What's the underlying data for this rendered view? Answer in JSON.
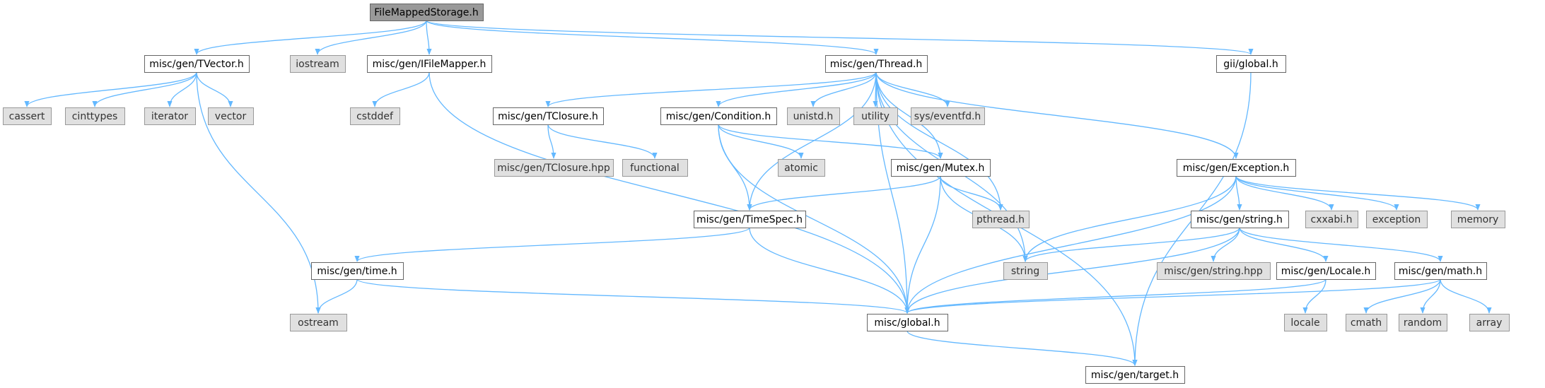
{
  "graph": {
    "edge_color": "#63b8ff",
    "nodes": [
      {
        "id": "FileMappedStorage.h",
        "label": "FileMappedStorage.h",
        "kind": "root"
      },
      {
        "id": "misc/gen/TVector.h",
        "label": "misc/gen/TVector.h",
        "kind": "local"
      },
      {
        "id": "iostream",
        "label": "iostream",
        "kind": "system"
      },
      {
        "id": "misc/gen/IFileMapper.h",
        "label": "misc/gen/IFileMapper.h",
        "kind": "local"
      },
      {
        "id": "misc/gen/Thread.h",
        "label": "misc/gen/Thread.h",
        "kind": "local"
      },
      {
        "id": "gii/global.h",
        "label": "gii/global.h",
        "kind": "local"
      },
      {
        "id": "cassert",
        "label": "cassert",
        "kind": "system"
      },
      {
        "id": "cinttypes",
        "label": "cinttypes",
        "kind": "system"
      },
      {
        "id": "iterator",
        "label": "iterator",
        "kind": "system"
      },
      {
        "id": "vector",
        "label": "vector",
        "kind": "system"
      },
      {
        "id": "cstddef",
        "label": "cstddef",
        "kind": "system"
      },
      {
        "id": "misc/gen/TClosure.h",
        "label": "misc/gen/TClosure.h",
        "kind": "local"
      },
      {
        "id": "misc/gen/Condition.h",
        "label": "misc/gen/Condition.h",
        "kind": "local"
      },
      {
        "id": "unistd.h",
        "label": "unistd.h",
        "kind": "system"
      },
      {
        "id": "utility",
        "label": "utility",
        "kind": "system"
      },
      {
        "id": "sys/eventfd.h",
        "label": "sys/eventfd.h",
        "kind": "system"
      },
      {
        "id": "misc/gen/TClosure.hpp",
        "label": "misc/gen/TClosure.hpp",
        "kind": "system"
      },
      {
        "id": "functional",
        "label": "functional",
        "kind": "system"
      },
      {
        "id": "atomic",
        "label": "atomic",
        "kind": "system"
      },
      {
        "id": "misc/gen/Mutex.h",
        "label": "misc/gen/Mutex.h",
        "kind": "local"
      },
      {
        "id": "misc/gen/Exception.h",
        "label": "misc/gen/Exception.h",
        "kind": "local"
      },
      {
        "id": "misc/gen/TimeSpec.h",
        "label": "misc/gen/TimeSpec.h",
        "kind": "local"
      },
      {
        "id": "pthread.h",
        "label": "pthread.h",
        "kind": "system"
      },
      {
        "id": "cxxabi.h",
        "label": "cxxabi.h",
        "kind": "system"
      },
      {
        "id": "exception",
        "label": "exception",
        "kind": "system"
      },
      {
        "id": "memory",
        "label": "memory",
        "kind": "system"
      },
      {
        "id": "misc/gen/string.h",
        "label": "misc/gen/string.h",
        "kind": "local"
      },
      {
        "id": "misc/gen/time.h",
        "label": "misc/gen/time.h",
        "kind": "local"
      },
      {
        "id": "string",
        "label": "string",
        "kind": "system"
      },
      {
        "id": "misc/gen/string.hpp",
        "label": "misc/gen/string.hpp",
        "kind": "system"
      },
      {
        "id": "misc/gen/Locale.h",
        "label": "misc/gen/Locale.h",
        "kind": "local"
      },
      {
        "id": "misc/gen/math.h",
        "label": "misc/gen/math.h",
        "kind": "local"
      },
      {
        "id": "ostream",
        "label": "ostream",
        "kind": "system"
      },
      {
        "id": "misc/global.h",
        "label": "misc/global.h",
        "kind": "local"
      },
      {
        "id": "locale",
        "label": "locale",
        "kind": "system"
      },
      {
        "id": "cmath",
        "label": "cmath",
        "kind": "system"
      },
      {
        "id": "random",
        "label": "random",
        "kind": "system"
      },
      {
        "id": "array",
        "label": "array",
        "kind": "system"
      },
      {
        "id": "misc/gen/target.h",
        "label": "misc/gen/target.h",
        "kind": "local"
      }
    ],
    "edges": [
      [
        "FileMappedStorage.h",
        "misc/gen/TVector.h"
      ],
      [
        "FileMappedStorage.h",
        "iostream"
      ],
      [
        "FileMappedStorage.h",
        "misc/gen/IFileMapper.h"
      ],
      [
        "FileMappedStorage.h",
        "misc/gen/Thread.h"
      ],
      [
        "FileMappedStorage.h",
        "gii/global.h"
      ],
      [
        "misc/gen/TVector.h",
        "cassert"
      ],
      [
        "misc/gen/TVector.h",
        "cinttypes"
      ],
      [
        "misc/gen/TVector.h",
        "iterator"
      ],
      [
        "misc/gen/TVector.h",
        "vector"
      ],
      [
        "misc/gen/TVector.h",
        "ostream"
      ],
      [
        "misc/gen/IFileMapper.h",
        "cstddef"
      ],
      [
        "misc/gen/IFileMapper.h",
        "misc/global.h"
      ],
      [
        "misc/gen/Thread.h",
        "misc/gen/TClosure.h"
      ],
      [
        "misc/gen/Thread.h",
        "misc/gen/Condition.h"
      ],
      [
        "misc/gen/Thread.h",
        "unistd.h"
      ],
      [
        "misc/gen/Thread.h",
        "utility"
      ],
      [
        "misc/gen/Thread.h",
        "sys/eventfd.h"
      ],
      [
        "misc/gen/Thread.h",
        "misc/gen/Mutex.h"
      ],
      [
        "misc/gen/Thread.h",
        "misc/gen/Exception.h"
      ],
      [
        "misc/gen/Thread.h",
        "misc/gen/TimeSpec.h"
      ],
      [
        "misc/gen/Thread.h",
        "pthread.h"
      ],
      [
        "misc/gen/Thread.h",
        "string"
      ],
      [
        "misc/gen/Thread.h",
        "misc/global.h"
      ],
      [
        "misc/gen/Thread.h",
        "misc/gen/target.h"
      ],
      [
        "gii/global.h",
        "misc/gen/target.h"
      ],
      [
        "misc/gen/TClosure.h",
        "misc/gen/TClosure.hpp"
      ],
      [
        "misc/gen/TClosure.h",
        "functional"
      ],
      [
        "misc/gen/Condition.h",
        "atomic"
      ],
      [
        "misc/gen/Condition.h",
        "misc/gen/Mutex.h"
      ],
      [
        "misc/gen/Condition.h",
        "misc/gen/TimeSpec.h"
      ],
      [
        "misc/gen/Condition.h",
        "misc/global.h"
      ],
      [
        "misc/gen/Mutex.h",
        "misc/gen/TimeSpec.h"
      ],
      [
        "misc/gen/Mutex.h",
        "pthread.h"
      ],
      [
        "misc/gen/Mutex.h",
        "string"
      ],
      [
        "misc/gen/Mutex.h",
        "misc/global.h"
      ],
      [
        "misc/gen/Exception.h",
        "misc/gen/string.h"
      ],
      [
        "misc/gen/Exception.h",
        "cxxabi.h"
      ],
      [
        "misc/gen/Exception.h",
        "exception"
      ],
      [
        "misc/gen/Exception.h",
        "memory"
      ],
      [
        "misc/gen/Exception.h",
        "string"
      ],
      [
        "misc/gen/Exception.h",
        "misc/global.h"
      ],
      [
        "misc/gen/TimeSpec.h",
        "misc/gen/time.h"
      ],
      [
        "misc/gen/TimeSpec.h",
        "misc/global.h"
      ],
      [
        "misc/gen/string.h",
        "string"
      ],
      [
        "misc/gen/string.h",
        "misc/gen/string.hpp"
      ],
      [
        "misc/gen/string.h",
        "misc/gen/Locale.h"
      ],
      [
        "misc/gen/string.h",
        "misc/gen/math.h"
      ],
      [
        "misc/gen/string.h",
        "misc/global.h"
      ],
      [
        "misc/gen/time.h",
        "ostream"
      ],
      [
        "misc/gen/time.h",
        "misc/global.h"
      ],
      [
        "misc/gen/Locale.h",
        "locale"
      ],
      [
        "misc/gen/Locale.h",
        "misc/global.h"
      ],
      [
        "misc/gen/math.h",
        "cmath"
      ],
      [
        "misc/gen/math.h",
        "random"
      ],
      [
        "misc/gen/math.h",
        "array"
      ],
      [
        "misc/gen/math.h",
        "misc/global.h"
      ],
      [
        "misc/global.h",
        "misc/gen/target.h"
      ]
    ]
  }
}
